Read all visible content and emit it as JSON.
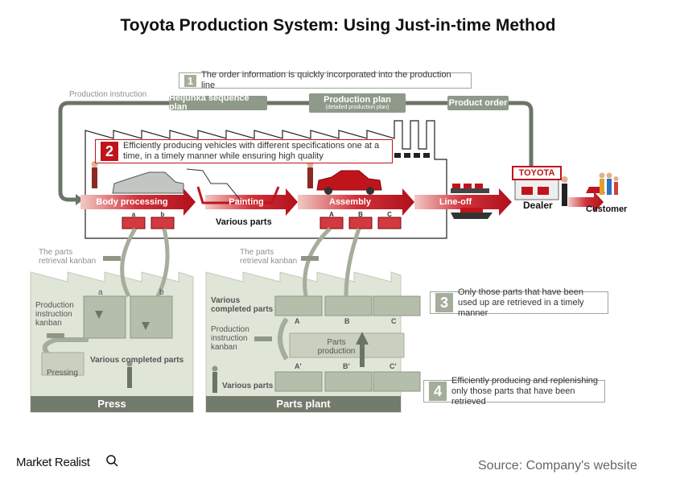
{
  "title": "Toyota Production System: Using Just-in-time Method",
  "steps": [
    {
      "num": "1",
      "text": "The order information is quickly incorporated into the production line"
    },
    {
      "num": "2",
      "text": "Efficiently producing vehicles with different specifications one at a time, in a timely manner while ensuring high quality"
    },
    {
      "num": "3",
      "text": "Only those parts that have been used up are retrieved in a timely manner"
    },
    {
      "num": "4",
      "text": "Efficiently producing and replenishing only those parts that have been retrieved"
    }
  ],
  "top_flow": {
    "production_instruction": "Production instruction",
    "heijunka": "Heijunka sequence plan",
    "production_plan": "Production plan",
    "production_plan_sub": "(detailed production plan)",
    "product_order": "Product order"
  },
  "line": {
    "body_processing": "Body processing",
    "painting": "Painting",
    "assembly": "Assembly",
    "line_off": "Line-off",
    "various_parts": "Various parts",
    "dealer_sign": "TOYOTA",
    "dealer": "Dealer",
    "customer": "Customer",
    "letters_ab": [
      "a",
      "b"
    ],
    "letters_ABC": [
      "A",
      "B",
      "C"
    ]
  },
  "press": {
    "kanban": "The parts retrieval kanban",
    "production_kanban": "Production instruction kanban",
    "completed_parts": "Various completed parts",
    "pressing": "Pressing",
    "letters": [
      "a",
      "b"
    ],
    "footer": "Press"
  },
  "parts_plant": {
    "kanban": "The parts retrieval kanban",
    "completed_parts": "Various completed parts",
    "production_kanban": "Production instruction kanban",
    "parts_production": "Parts production",
    "various_parts": "Various parts",
    "letters_top": [
      "A",
      "B",
      "C"
    ],
    "letters_bottom": [
      "A'",
      "B'",
      "C'"
    ],
    "footer": "Parts plant"
  },
  "brand": "Market Realist",
  "source": "Source: Company's website",
  "colors": {
    "red": "#c0141c",
    "grey_green": "#a5ad9b",
    "pale_green": "#dfe5d7",
    "dark_grey": "#6c7468"
  }
}
